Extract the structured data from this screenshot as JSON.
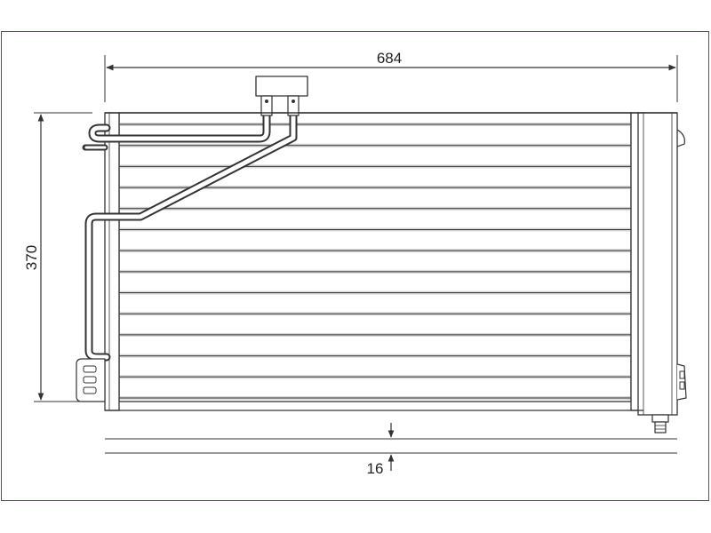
{
  "dimensions": {
    "width": {
      "label": "684"
    },
    "height": {
      "label": "370"
    },
    "thickness": {
      "label": "16"
    }
  },
  "colors": {
    "border": "#2f5f6f",
    "line": "#333333",
    "fin": "#d6d6d6",
    "fill": "#ffffff"
  },
  "fins": {
    "count": 14
  }
}
